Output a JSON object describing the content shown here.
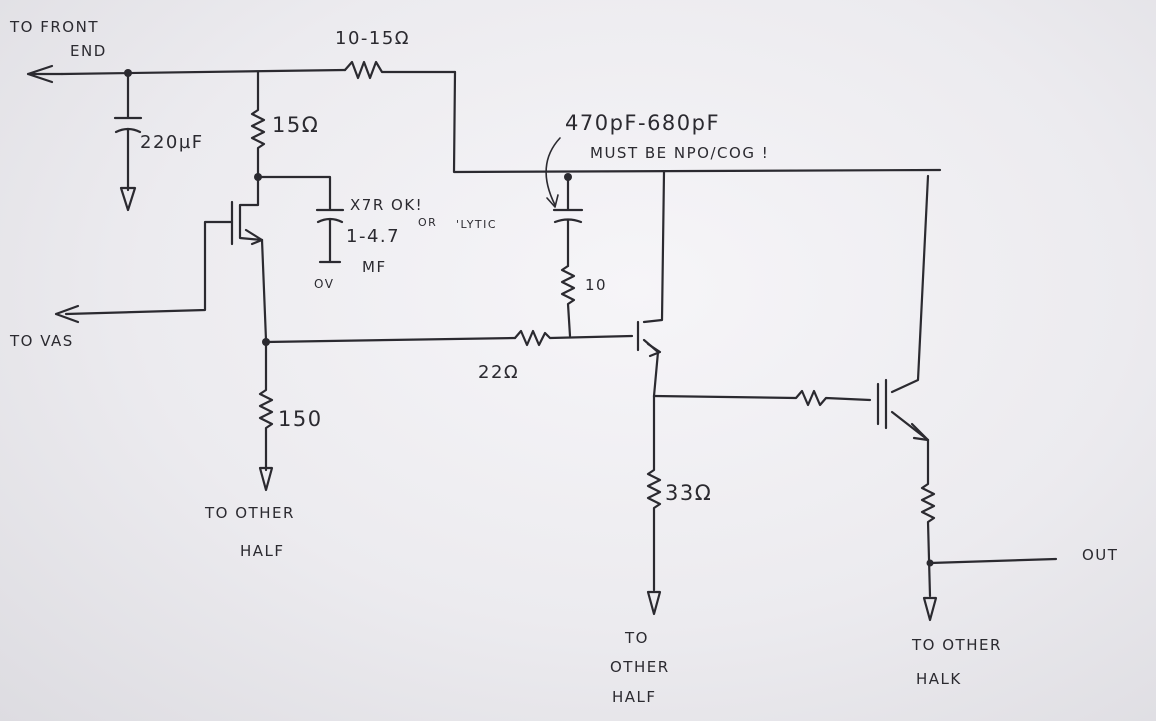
{
  "labels": {
    "to_front_end_line1": "TO FRONT",
    "to_front_end_line2": "END",
    "r_input": "10-15Ω",
    "c_220": "220µF",
    "r_15": "15Ω",
    "x7r_note": "X7R OK!",
    "or_note": "OR",
    "lytic_note": "'LYTIC",
    "c_decoupling": "1-4.7",
    "c_decoupling_unit": "MF",
    "ov": "OV",
    "c_comp": "470pF-680pF",
    "c_comp_note": "MUST BE NPO/COG !",
    "r_10": "10",
    "to_vas": "TO VAS",
    "r_22": "22Ω",
    "r_150": "150",
    "to_other_half_left_1": "TO OTHER",
    "to_other_half_left_2": "HALF",
    "r_33": "33Ω",
    "to_other_half_mid_1": "TO",
    "to_other_half_mid_2": "OTHER",
    "to_other_half_mid_3": "HALF",
    "out": "OUT",
    "to_other_half_right_1": "TO OTHER",
    "to_other_half_right_2": "HALK"
  }
}
